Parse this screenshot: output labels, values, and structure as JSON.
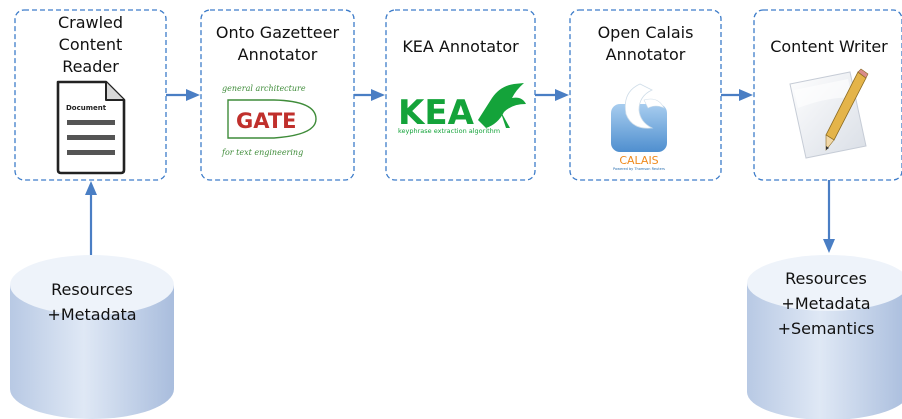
{
  "stages": [
    {
      "id": "crawled-content-reader",
      "lines": [
        "Crawled",
        "Content",
        "Reader"
      ]
    },
    {
      "id": "onto-gazetteer-annotator",
      "lines": [
        "Onto Gazetteer",
        "Annotator"
      ]
    },
    {
      "id": "kea-annotator",
      "lines": [
        "KEA Annotator"
      ]
    },
    {
      "id": "open-calais-annotator",
      "lines": [
        "Open Calais",
        "Annotator"
      ]
    },
    {
      "id": "content-writer",
      "lines": [
        "Content Writer"
      ]
    }
  ],
  "databases": {
    "input": {
      "lines": [
        "Resources",
        "+Metadata"
      ]
    },
    "output": {
      "lines": [
        "Resources",
        "+Metadata",
        "+Semantics"
      ]
    }
  },
  "logos": {
    "document": {
      "caption": "Document"
    },
    "gate": {
      "top": "general architecture",
      "word": "GATE",
      "bottom": "for text engineering"
    },
    "kea": {
      "word": "KEA",
      "subtitle": "keyphrase extraction algorithm"
    },
    "calais": {
      "word": "CALAIS",
      "subtitle": "Powered by Thomson Reuters"
    }
  },
  "colors": {
    "box_border": "#3d7cc9",
    "arrow": "#4a7ec4",
    "db_top": "#eef3fa",
    "db_body": "#c4d3ea",
    "gate_red": "#c0302c",
    "gate_green": "#3f8c3a",
    "kea_green": "#14a33a",
    "calais_orange": "#f08a1c",
    "calais_blue": "#7fb2e0"
  },
  "icons": [
    "document-icon",
    "gate-logo",
    "kea-logo",
    "calais-logo",
    "pencil-paper-icon",
    "database-cylinder-icon"
  ]
}
